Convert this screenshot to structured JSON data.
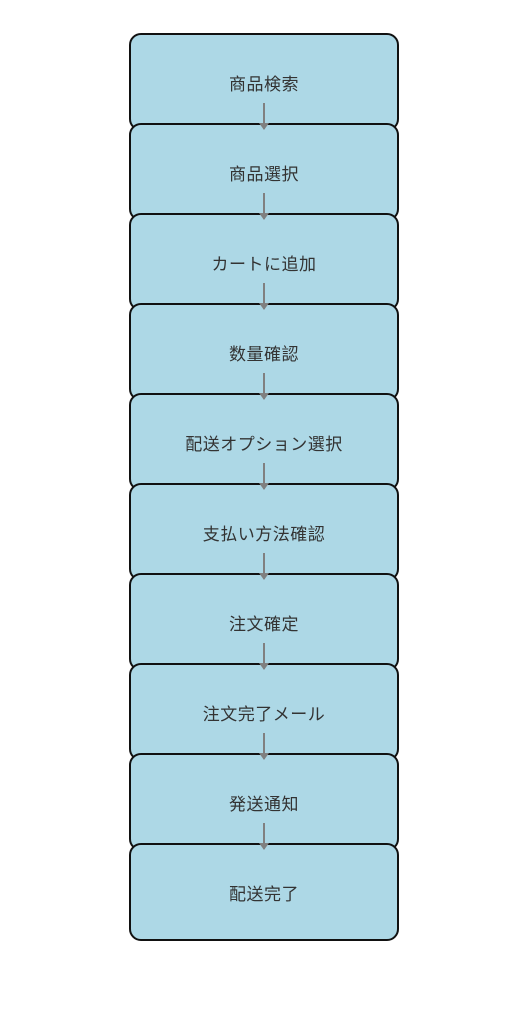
{
  "diagram": {
    "node_fill": "#add8e6",
    "node_border": "#111111",
    "arrow_color": "#808080",
    "steps": [
      {
        "label": "商品検索"
      },
      {
        "label": "商品選択"
      },
      {
        "label": "カートに追加"
      },
      {
        "label": "数量確認"
      },
      {
        "label": "配送オプション選択"
      },
      {
        "label": "支払い方法確認"
      },
      {
        "label": "注文確定"
      },
      {
        "label": "注文完了メール"
      },
      {
        "label": "発送通知"
      },
      {
        "label": "配送完了"
      }
    ]
  }
}
